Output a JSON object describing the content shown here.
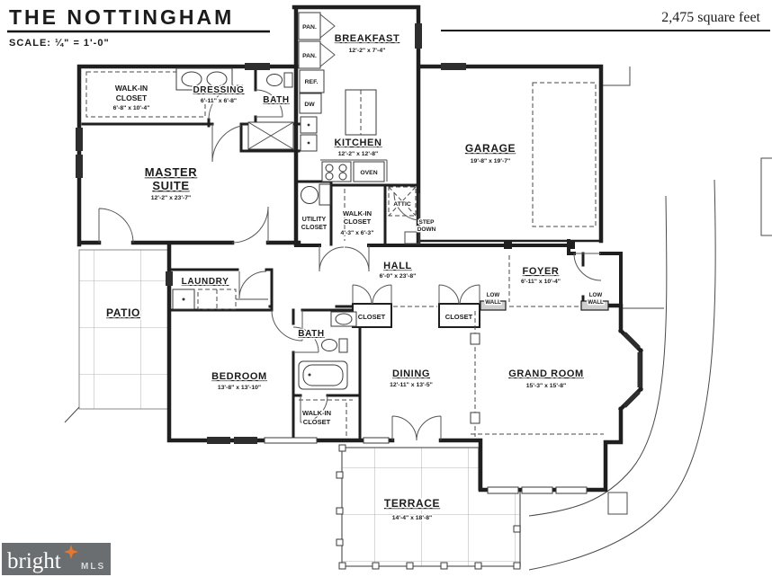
{
  "title": "THE NOTTINGHAM",
  "scale_note": "SCALE: ¼\" = 1'-0\"",
  "area_note": "2,475 square feet",
  "watermark": {
    "brand": "bright",
    "suffix": "MLS",
    "spark_color": "#e8762c",
    "bg_color": "#6a6e70"
  },
  "colors": {
    "wall": "#1f1f1f",
    "thin_line": "#4a4a4a",
    "grid": "#9b9b9b"
  },
  "rooms": {
    "breakfast": {
      "name": "BREAKFAST",
      "dims": "12'-2\" x 7'-4\""
    },
    "kitchen": {
      "name": "KITCHEN",
      "dims": "12'-2\" x 12'-8\""
    },
    "garage": {
      "name": "GARAGE",
      "dims": "19'-8\" x 19'-7\""
    },
    "walkin_closet_master": {
      "name_line1": "WALK-IN",
      "name_line2": "CLOSET",
      "dims": "6'-8\" x 10'-4\""
    },
    "dressing": {
      "name": "DRESSING",
      "dims": "6'-11\" x 6'-8\""
    },
    "bath_master": {
      "name": "BATH"
    },
    "master_suite": {
      "name_line1": "MASTER",
      "name_line2": "SUITE",
      "dims": "12'-2\" x 23'-7\""
    },
    "utility_closet": {
      "name_line1": "UTILITY",
      "name_line2": "CLOSET"
    },
    "walkin_closet_hall": {
      "name_line1": "WALK-IN",
      "name_line2": "CLOSET",
      "dims": "4'-3\" x 6'-3\""
    },
    "attic": {
      "name": "ATTIC"
    },
    "step_down": {
      "line1": "STEP",
      "line2": "DOWN"
    },
    "hall": {
      "name": "HALL",
      "dims": "6'-0\" x 23'-8\""
    },
    "foyer": {
      "name": "FOYER",
      "dims": "6'-11\" x 10'-4\""
    },
    "laundry": {
      "name": "LAUNDRY"
    },
    "patio": {
      "name": "PATIO"
    },
    "bath_hall": {
      "name": "BATH"
    },
    "closet_hall_1": {
      "name": "CLOSET"
    },
    "closet_hall_2": {
      "name": "CLOSET"
    },
    "low_wall_left": {
      "line1": "LOW",
      "line2": "WALL"
    },
    "low_wall_right": {
      "line1": "LOW",
      "line2": "WALL"
    },
    "bedroom": {
      "name": "BEDROOM",
      "dims": "13'-8\" x 13'-10\""
    },
    "walkin_closet_bedroom": {
      "name_line1": "WALK-IN",
      "name_line2": "CLOSET"
    },
    "dining": {
      "name": "DINING",
      "dims": "12'-11\" x 13'-5\""
    },
    "grand_room": {
      "name": "GRAND ROOM",
      "dims": "15'-3\" x 15'-8\""
    },
    "terrace": {
      "name": "TERRACE",
      "dims": "14'-4\" x 18'-8\""
    }
  },
  "appliances": {
    "pantry1": "PAN.",
    "pantry2": "PAN.",
    "refrigerator": "REF.",
    "dishwasher": "DW",
    "oven": "OVEN"
  }
}
